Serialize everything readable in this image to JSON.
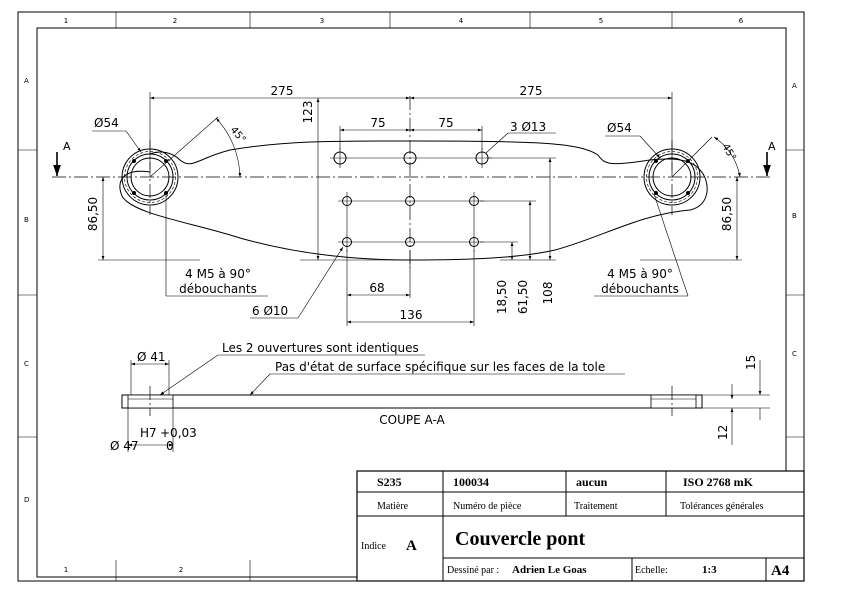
{
  "frame": {
    "top_zones": [
      "1",
      "2",
      "3",
      "4",
      "5",
      "6"
    ],
    "bottom_zones": [
      "1",
      "2"
    ],
    "side_zones": [
      "A",
      "B",
      "C",
      "D"
    ],
    "right_zones": [
      "A",
      "B",
      "C"
    ]
  },
  "drawing": {
    "section_mark": "A",
    "dims": {
      "d275_left": "275",
      "d275_right": "275",
      "d123": "123",
      "d75_left": "75",
      "d75_right": "75",
      "dia54_left": "Ø54",
      "dia54_right": "Ø54",
      "hole3": "3 Ø13",
      "angle_left": "45°",
      "angle_right": "45°",
      "d86_left": "86,50",
      "d86_right": "86,50",
      "d68": "68",
      "d136": "136",
      "d18": "18,50",
      "d61": "61,50",
      "d108": "108",
      "holes6": "6 Ø10"
    },
    "notes": {
      "m5_left_1": "4 M5 à 90°",
      "m5_left_2": "débouchants",
      "m5_right_1": "4 M5 à 90°",
      "m5_right_2": "débouchants"
    },
    "section": {
      "dia41": "Ø 41",
      "note_openings": "Les 2 ouvertures sont identiques",
      "note_surface": "Pas d'état de surface spécifique sur les faces de la tole",
      "label": "COUPE A-A",
      "tol_label": "H7",
      "tol_upper": "+0,03",
      "tol_lower": "0",
      "dia47": "Ø 47",
      "d15": "15",
      "d12": "12"
    }
  },
  "title_block": {
    "material_value": "S235",
    "part_number_value": "100034",
    "treatment_value": "aucun",
    "tolerance_value": "ISO 2768 mK",
    "material_label": "Matière",
    "part_number_label": "Numéro de pièce",
    "treatment_label": "Traitement",
    "tolerance_label": "Tolérances générales",
    "index_label": "Indice",
    "index_value": "A",
    "title": "Couvercle pont",
    "drawn_by_label": "Dessiné par :",
    "drawn_by_value": "Adrien Le Goas",
    "scale_label": "Echelle:",
    "scale_value": "1:3",
    "format": "A4"
  }
}
